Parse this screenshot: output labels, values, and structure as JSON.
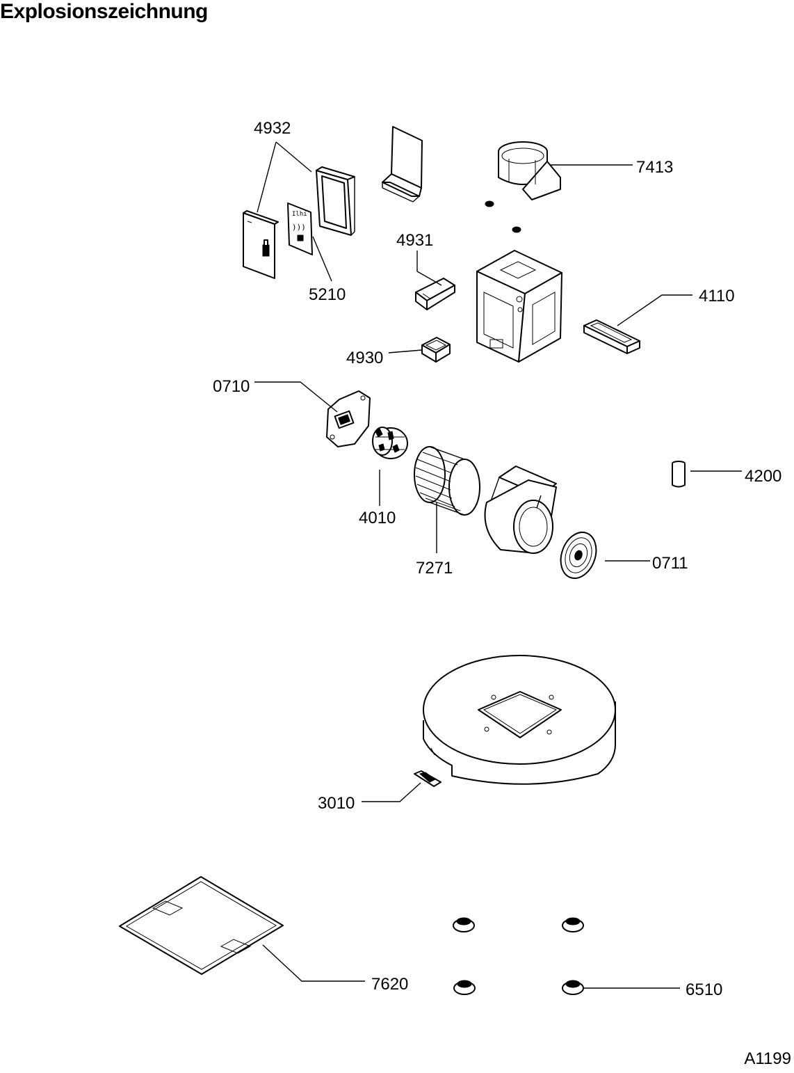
{
  "page": {
    "title": "Explosionszeichnung",
    "reference": "A1199"
  },
  "parts": {
    "p4932": "4932",
    "p5210": "5210",
    "p7413": "7413",
    "p4931": "4931",
    "p4110": "4110",
    "p4930": "4930",
    "p0710": "0710",
    "p4010": "4010",
    "p7271": "7271",
    "p4200": "4200",
    "p0711": "0711",
    "p3010": "3010",
    "p7620": "7620",
    "p6510": "6510"
  }
}
